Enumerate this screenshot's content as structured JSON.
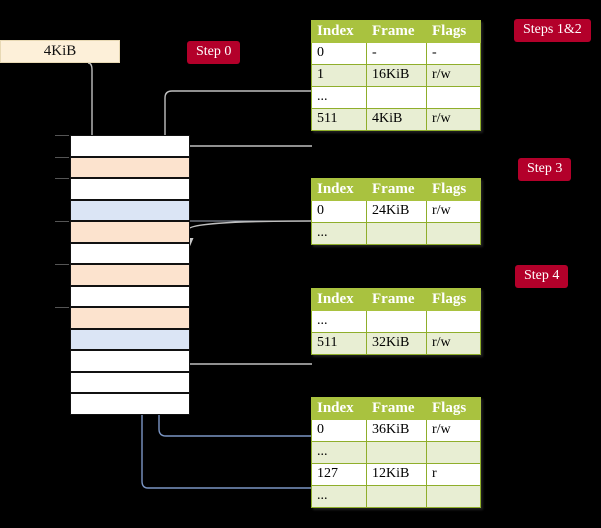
{
  "diagram": {
    "title_labels": {
      "step0": "Step 0",
      "steps12": "Steps 1&2",
      "step3": "Step 3",
      "step4": "Step 4"
    },
    "source_box": {
      "label": "4KiB"
    },
    "memory_column": {
      "rows": [
        {
          "index": 0,
          "fill": "white"
        },
        {
          "index": 1,
          "fill": "orange"
        },
        {
          "index": 2,
          "fill": "white"
        },
        {
          "index": 3,
          "fill": "blue"
        },
        {
          "index": 4,
          "fill": "orange"
        },
        {
          "index": 5,
          "fill": "white"
        },
        {
          "index": 6,
          "fill": "orange"
        },
        {
          "index": 7,
          "fill": "white"
        },
        {
          "index": 8,
          "fill": "orange"
        },
        {
          "index": 9,
          "fill": "blue"
        },
        {
          "index": 10,
          "fill": "white"
        },
        {
          "index": 11,
          "fill": "white"
        },
        {
          "index": 12,
          "fill": "white"
        }
      ]
    },
    "colors": {
      "accent_green": "#A9C23F",
      "table_alt_row": "#E8EED3",
      "highlight_yellow": "#FAF8A0",
      "badge_red": "#B3002A",
      "mem_orange": "#FCE3CE",
      "mem_blue": "#DBE5F5",
      "source_box": "#FDF0D9"
    },
    "tables": [
      {
        "name": "table-steps-1-2",
        "headers": [
          "Index",
          "Frame",
          "Flags"
        ],
        "rows": [
          {
            "cells": [
              "0",
              "-",
              "-"
            ],
            "style": "plain",
            "highlight": false
          },
          {
            "cells": [
              "1",
              "16KiB",
              "r/w"
            ],
            "style": "alt",
            "highlight": false
          },
          {
            "cells": [
              "...",
              "",
              ""
            ],
            "style": "plain",
            "highlight": false
          },
          {
            "cells": [
              "511",
              "4KiB",
              "r/w"
            ],
            "style": "alt",
            "highlight": true
          }
        ]
      },
      {
        "name": "table-step-3",
        "headers": [
          "Index",
          "Frame",
          "Flags"
        ],
        "rows": [
          {
            "cells": [
              "0",
              "24KiB",
              "r/w"
            ],
            "style": "plain",
            "highlight": false
          },
          {
            "cells": [
              "...",
              "",
              ""
            ],
            "style": "alt",
            "highlight": false
          }
        ]
      },
      {
        "name": "table-step-4",
        "headers": [
          "Index",
          "Frame",
          "Flags"
        ],
        "rows": [
          {
            "cells": [
              "...",
              "",
              ""
            ],
            "style": "plain",
            "highlight": false
          },
          {
            "cells": [
              "511",
              "32KiB",
              "r/w"
            ],
            "style": "alt",
            "highlight": false
          }
        ]
      },
      {
        "name": "table-final",
        "headers": [
          "Index",
          "Frame",
          "Flags"
        ],
        "rows": [
          {
            "cells": [
              "0",
              "36KiB",
              "r/w"
            ],
            "style": "plain",
            "highlight": false
          },
          {
            "cells": [
              "...",
              "",
              ""
            ],
            "style": "alt",
            "highlight": false
          },
          {
            "cells": [
              "127",
              "12KiB",
              "r"
            ],
            "style": "plain",
            "highlight": false
          },
          {
            "cells": [
              "...",
              "",
              ""
            ],
            "style": "alt",
            "highlight": false
          }
        ]
      }
    ]
  }
}
